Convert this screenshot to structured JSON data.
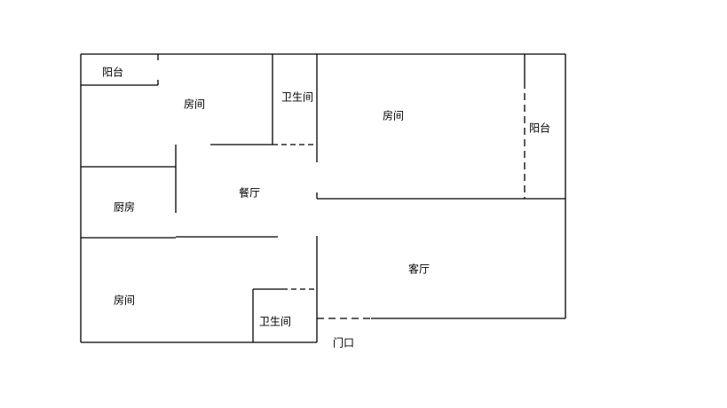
{
  "rooms": {
    "balcony_left": "阳台",
    "bedroom_top": "房间",
    "bathroom_top": "卫生间",
    "bedroom_right": "房间",
    "balcony_right": "阳台",
    "dining": "餐厅",
    "kitchen": "厨房",
    "living": "客厅",
    "bedroom_bottom": "房间",
    "bathroom_bottom": "卫生间",
    "entrance": "门口"
  }
}
